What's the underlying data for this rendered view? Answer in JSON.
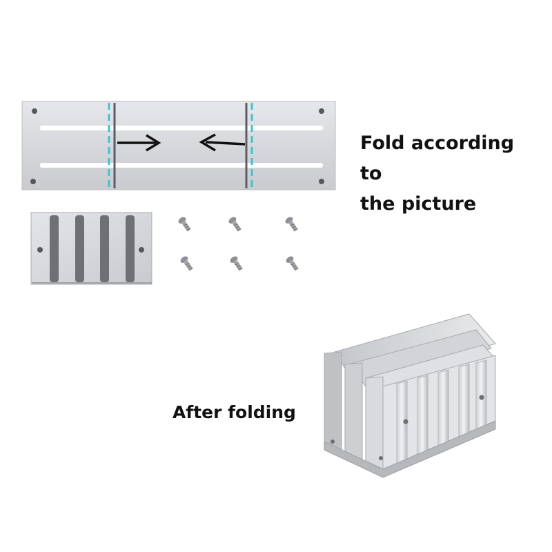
{
  "captions": {
    "fold_line1": "Fold according to",
    "fold_line2": "the picture",
    "after": "After folding"
  },
  "colors": {
    "metal_light": "#dcdde0",
    "metal_mid": "#c2c4c8",
    "metal_dark": "#8e9095",
    "slot": "#ffffff",
    "fold_line_dark": "#5b5d62",
    "fold_line_cyan": "#36c6d6",
    "thermal_pad": "#6e7074",
    "arrow": "#111111"
  },
  "icons": {
    "fold_arrow_left": "arrow-right-icon",
    "fold_arrow_right": "arrow-left-icon",
    "screw": "screw-icon"
  },
  "screw_count": 6
}
